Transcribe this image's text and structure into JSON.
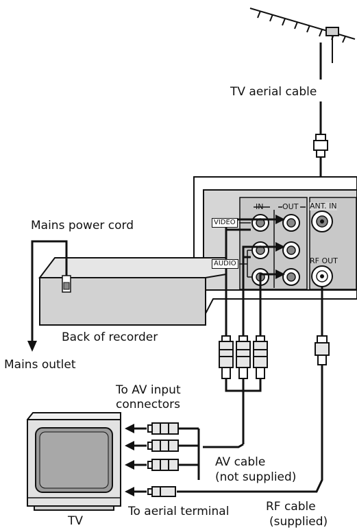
{
  "labels": {
    "tv_aerial_cable": "TV aerial cable",
    "mains_power_cord": "Mains power cord",
    "back_of_recorder": "Back of recorder",
    "mains_outlet": "Mains outlet",
    "to_av_input_line1": "To AV input",
    "to_av_input_line2": "connectors",
    "av_cable_line1": "AV cable",
    "av_cable_line2": "(not supplied)",
    "to_aerial_terminal": "To aerial terminal",
    "rf_cable_line1": "RF cable",
    "rf_cable_line2": "(supplied)",
    "tv": "TV"
  },
  "panel": {
    "in": "IN",
    "out": "OUT",
    "video": "VIDEO",
    "audio": "AUDIO",
    "ant_in": "ANT. IN",
    "rf_out": "RF OUT"
  },
  "colors": {
    "line": "#111111",
    "panel_fill": "#d9d9d9",
    "panel_inner": "#c6c6c6",
    "recorder_fill": "#cfcfcf",
    "screen_fill": "#9a9a9a",
    "tv_body": "#e2e2e2"
  }
}
